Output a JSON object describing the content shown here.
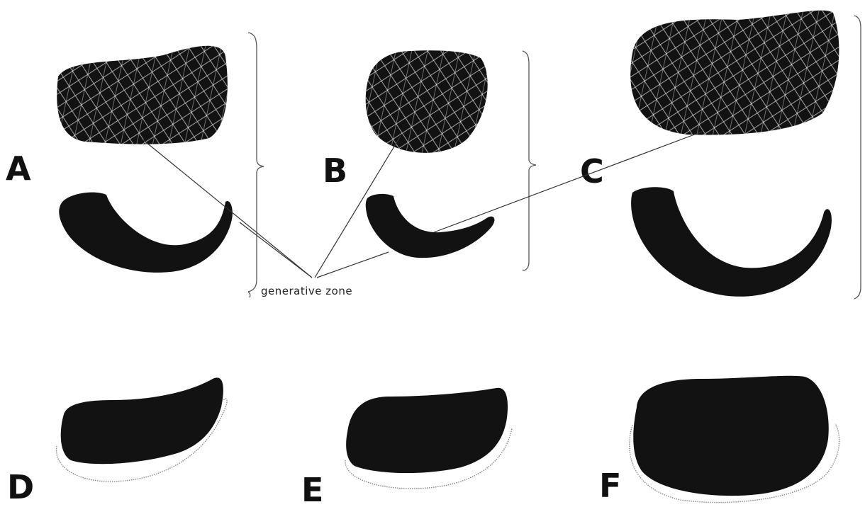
{
  "panels": [
    {
      "id": "A",
      "label": "A"
    },
    {
      "id": "B",
      "label": "B"
    },
    {
      "id": "C",
      "label": "C"
    },
    {
      "id": "D",
      "label": "D"
    },
    {
      "id": "E",
      "label": "E"
    },
    {
      "id": "F",
      "label": "F"
    }
  ],
  "annotation": {
    "text": "generative zone"
  },
  "colors": {
    "shape_fill": "#121212",
    "hatch": "#ffffff",
    "background": "#ffffff"
  }
}
